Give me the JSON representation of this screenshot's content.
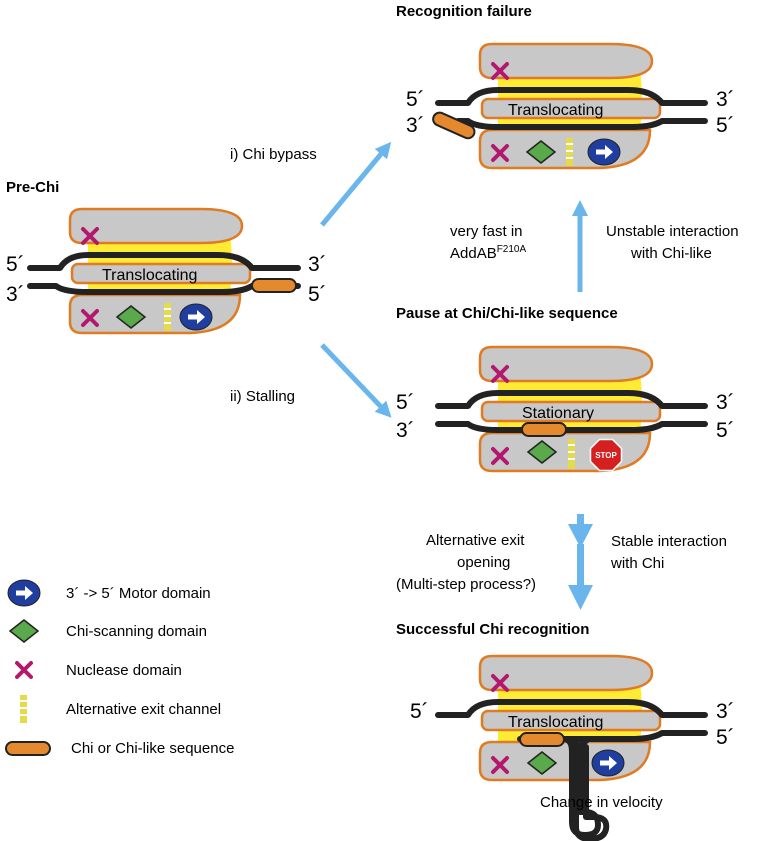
{
  "colors": {
    "body": "#ffeb33",
    "lobe": "#c8c8c8",
    "outline": "#e07b22",
    "strand": "#222222",
    "chi": "#e4892e",
    "motor": "#1f3ea0",
    "scanner": "#5aa94a",
    "nuclease": "#b3186e",
    "channel": "#e6d94a",
    "arrow": "#6ab6ec",
    "stop": "#d42020"
  },
  "labels": {
    "pre_chi": "Pre-Chi",
    "recognition_failure": "Recognition failure",
    "pause": "Pause at Chi/Chi-like sequence",
    "success": "Successful Chi recognition",
    "bypass": "i) Chi bypass",
    "stalling": "ii) Stalling",
    "very_fast_1": "very fast in",
    "very_fast_2": "AddAB",
    "very_fast_sup": "F210A",
    "unstable_1": "Unstable interaction",
    "unstable_2": "with Chi-like",
    "alt_exit_1": "Alternative exit",
    "alt_exit_2": "opening",
    "alt_exit_3": "(Multi-step process?)",
    "stable_1": "Stable interaction",
    "stable_2": "with Chi",
    "velocity": "Change in velocity",
    "stop": "STOP",
    "five_prime": "5´",
    "three_prime": "3´"
  },
  "complex_labels": {
    "pre_chi": "Translocating",
    "failure": "Translocating",
    "pause": "Stationary",
    "success": "Translocating"
  },
  "legend": [
    {
      "icon": "motor-icon",
      "label": "3´ -> 5´ Motor domain"
    },
    {
      "icon": "diamond-icon",
      "label": "Chi-scanning domain"
    },
    {
      "icon": "cross-icon",
      "label": "Nuclease domain"
    },
    {
      "icon": "channel-icon",
      "label": "Alternative exit channel"
    },
    {
      "icon": "pill-icon",
      "label": "Chi or Chi-like sequence"
    }
  ]
}
